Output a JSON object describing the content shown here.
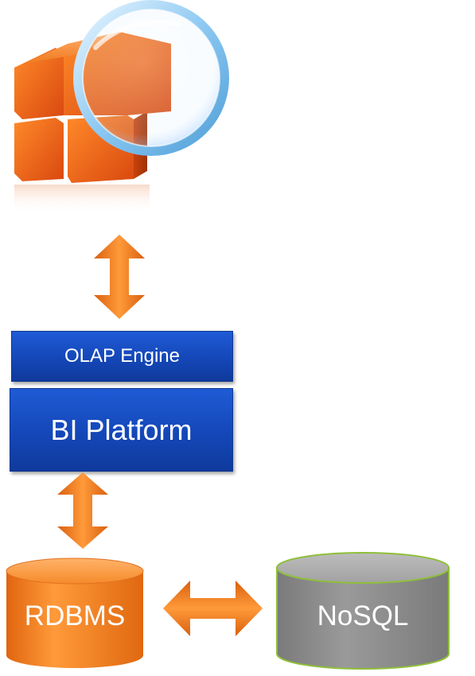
{
  "boxes": {
    "olap_engine": "OLAP Engine",
    "bi_platform": "BI Platform"
  },
  "databases": {
    "rdbms": "RDBMS",
    "nosql": "NoSQL"
  },
  "colors": {
    "blue": "#1447b8",
    "orange": "#f07a1e",
    "gray": "#8a8a8a",
    "green_border": "#8fbf3a"
  },
  "icons": {
    "logo": "cube-magnifier-icon"
  }
}
